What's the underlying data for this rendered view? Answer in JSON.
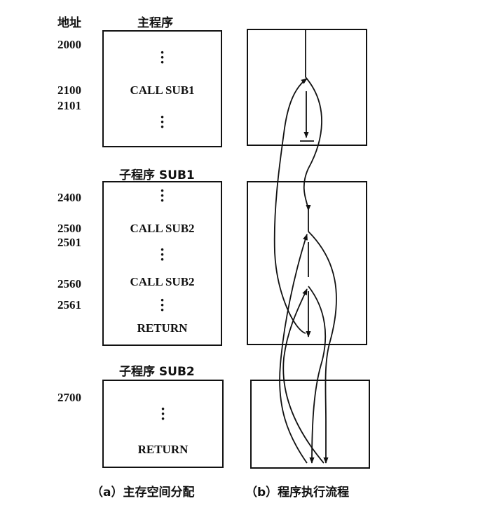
{
  "header": {
    "address_label": "地址",
    "main_program_label": "主程序"
  },
  "main_box": {
    "addresses": [
      "2000",
      "2100",
      "2101"
    ],
    "call_text": "CALL SUB1"
  },
  "sub1": {
    "title": "子程序 SUB1",
    "addresses": [
      "2400",
      "2500",
      "2501",
      "2560",
      "2561"
    ],
    "call1_text": "CALL SUB2",
    "call2_text": "CALL SUB2",
    "return_text": "RETURN"
  },
  "sub2": {
    "title": "子程序 SUB2",
    "addresses": [
      "2700"
    ],
    "return_text": "RETURN"
  },
  "captions": {
    "a": "（a）主存空间分配",
    "b": "（b）程序执行流程"
  }
}
